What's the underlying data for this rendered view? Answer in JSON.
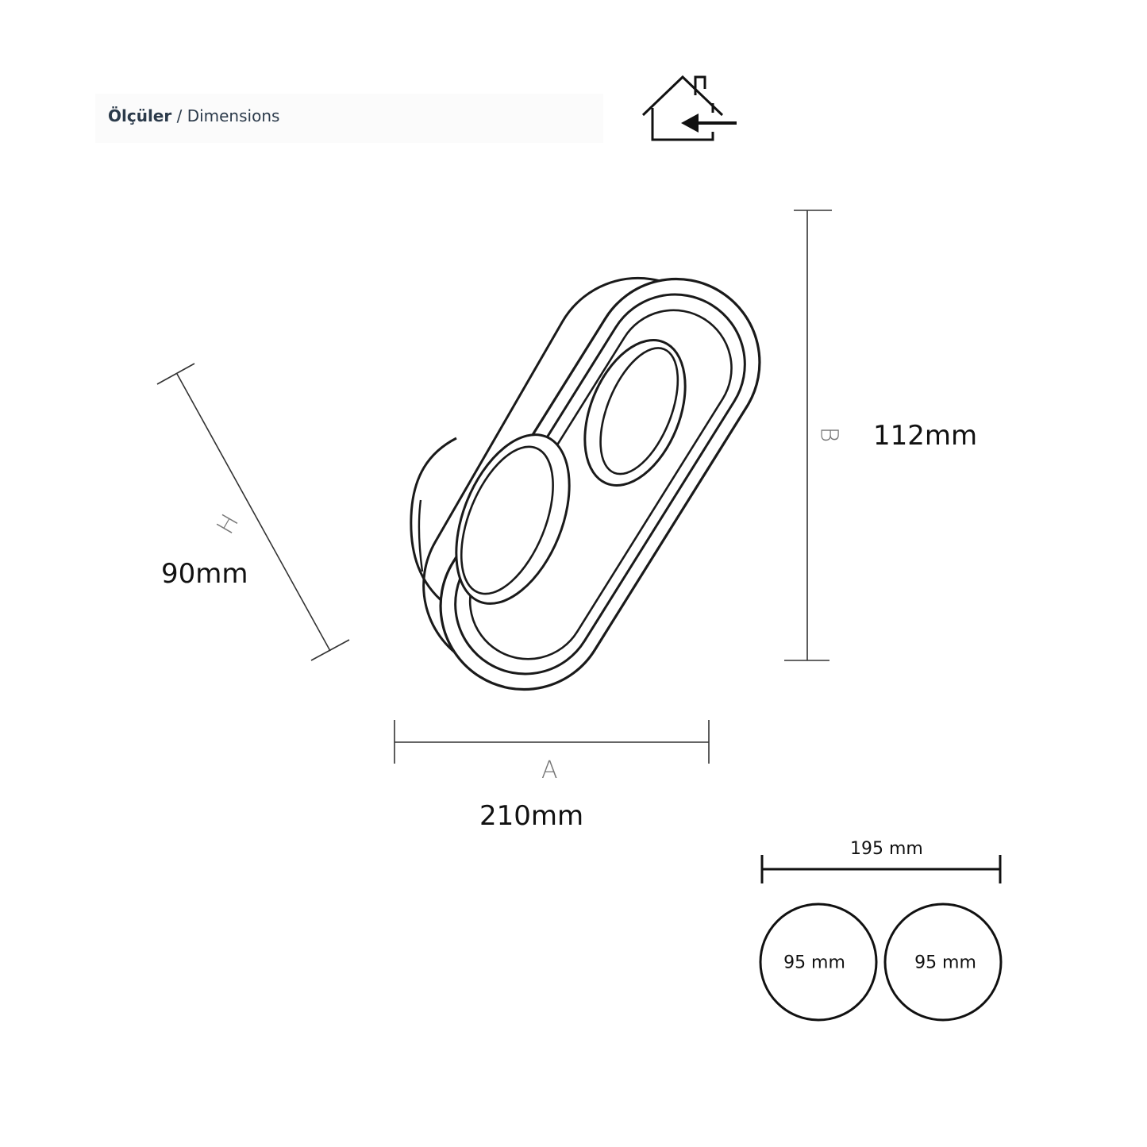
{
  "header": {
    "title_tr": "Ölçüler",
    "separator": " / ",
    "title_en": "Dimensions"
  },
  "icons": {
    "house": "house-indoor-arrow-icon"
  },
  "dimensions": {
    "height": {
      "letter": "H",
      "value": "90mm"
    },
    "width": {
      "letter": "A",
      "value": "210mm"
    },
    "depth": {
      "letter": "B",
      "value": "112mm"
    }
  },
  "cutout": {
    "total_width": "195 mm",
    "hole_left": "95 mm",
    "hole_right": "95 mm"
  }
}
